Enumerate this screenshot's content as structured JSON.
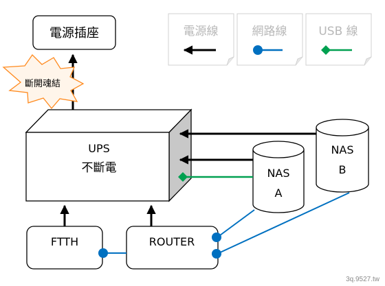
{
  "power_outlet": {
    "label": "電源插座"
  },
  "disconnect_burst": {
    "label": "斷開魂結"
  },
  "ups": {
    "line1": "UPS",
    "line2": "不斷電"
  },
  "ftth": {
    "label": "FTTH"
  },
  "router": {
    "label": "ROUTER"
  },
  "nas_a": {
    "line1": "NAS",
    "line2": "A"
  },
  "nas_b": {
    "line1": "NAS",
    "line2": "B"
  },
  "legend": {
    "power_line": {
      "label": "電源線",
      "color": "#000000"
    },
    "network_line": {
      "label": "網路線",
      "color": "#0070c0"
    },
    "usb_line": {
      "label": "USB 線",
      "color": "#00a050"
    }
  },
  "colors": {
    "power": "#000000",
    "network": "#0070c0",
    "usb": "#00a050",
    "burst_fill": "#fff5ea",
    "burst_stroke": "#ff8a1e",
    "ups_side_fill": "#c8c8c8"
  },
  "watermark": "3q.9527.tw"
}
